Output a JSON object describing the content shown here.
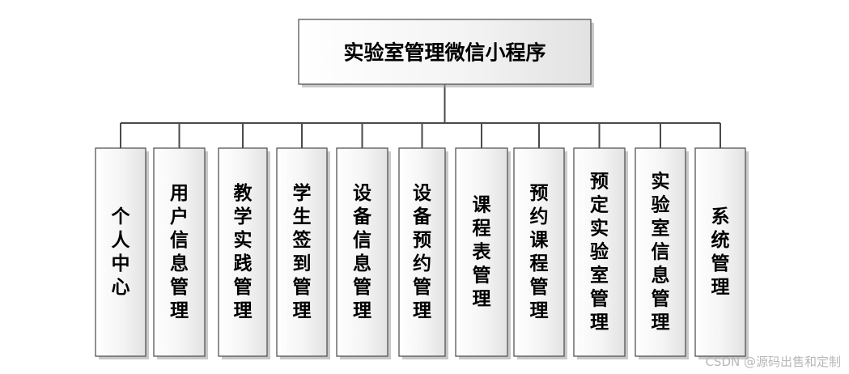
{
  "diagram": {
    "root": {
      "label": "实验室管理微信小程序"
    },
    "children": [
      {
        "label": "个人中心"
      },
      {
        "label": "用户信息管理"
      },
      {
        "label": "教学实践管理"
      },
      {
        "label": "学生签到管理"
      },
      {
        "label": "设备信息管理"
      },
      {
        "label": "设备预约管理"
      },
      {
        "label": "课程表管理"
      },
      {
        "label": "预约课程管理"
      },
      {
        "label": "预定实验室管理"
      },
      {
        "label": "实验室信息管理"
      },
      {
        "label": "系统管理"
      }
    ]
  },
  "watermark": "CSDN @源码出售和定制"
}
